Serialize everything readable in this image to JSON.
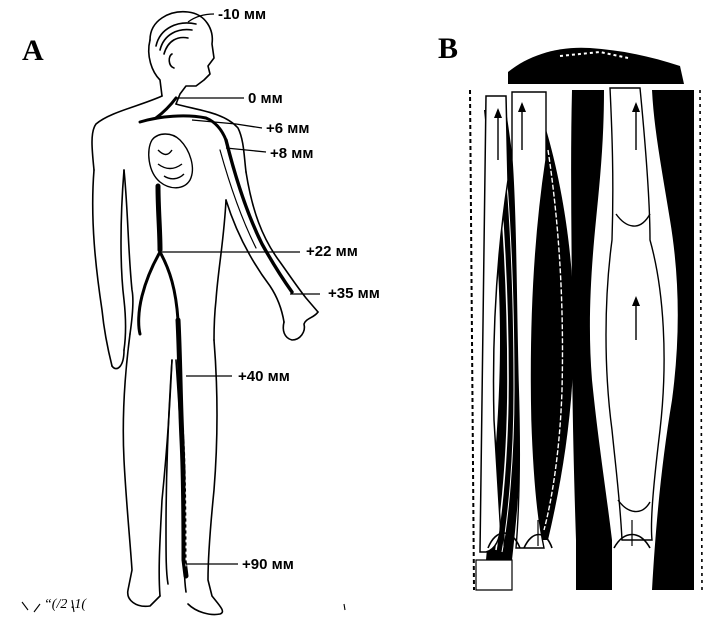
{
  "panels": {
    "a": {
      "letter": "A"
    },
    "b": {
      "letter": "B"
    }
  },
  "pressure_labels": [
    {
      "id": "head",
      "text": "-10 мм"
    },
    {
      "id": "neck",
      "text": "0 мм"
    },
    {
      "id": "heart-top",
      "text": "+6 мм"
    },
    {
      "id": "upper-arm",
      "text": "+8 мм"
    },
    {
      "id": "abdomen",
      "text": "+22 мм"
    },
    {
      "id": "hand",
      "text": "+35 мм"
    },
    {
      "id": "knee",
      "text": "+40 мм"
    },
    {
      "id": "ankle",
      "text": "+90 мм"
    }
  ],
  "caption_fragment": "“(/2 .1("
}
